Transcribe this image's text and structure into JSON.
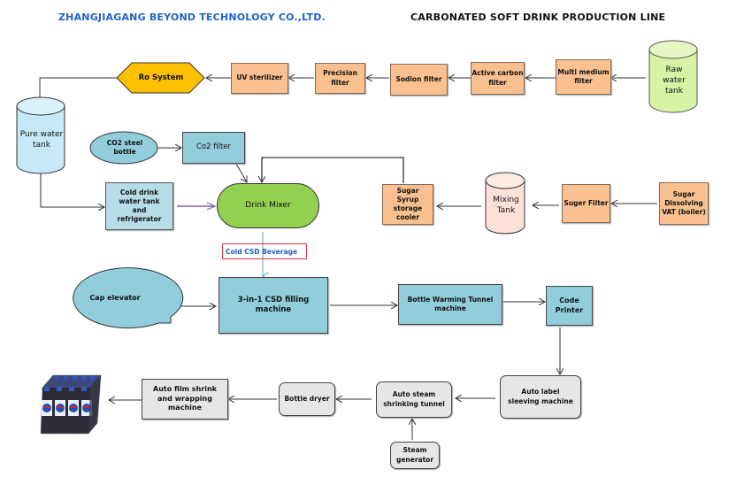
{
  "header": {
    "company": "ZHANGJIAGANG BEYOND TECHNOLOGY CO.,LTD.",
    "title": "CARBONATED SOFT DRINK PRODUCTION LINE",
    "company_color": "#1f62c9",
    "title_color": "#111111"
  },
  "colors": {
    "orange_fill": "#fac08f",
    "ro_fill": "#ffc000",
    "blue_fill": "#92cddc",
    "light_blue_fill": "#b7dde8",
    "green_fill": "#92d050",
    "grey_fill": "#e6e6e6",
    "raw_tank_fill": "#d7f2a5",
    "pure_tank_fill": "#c6e9f7",
    "mixing_tank_fill": "#fde0d8",
    "label_border": "#d9363e",
    "label_text": "#1f5fbf",
    "mixer_input_arrow": "#8064a2"
  },
  "nodes": {
    "raw_water_tank": "Raw water tank",
    "multi_medium_filter": "Multi medium filter",
    "active_carbon_filter": "Active carbon filter",
    "sodion_filter": "Sodion filter",
    "precision_filter": "Precision filter",
    "uv_sterilizer": "UV sterilizer",
    "ro_system": "Ro System",
    "pure_water_tank": "Pure water tank",
    "co2_steel_bottle": "CO2 steel bottle",
    "co2_filter": "Co2  filter",
    "cold_drink_water_tank": "Cold drink water tank and refrigerator",
    "drink_mixer": "Drink Mixer",
    "sugar_syrup_cooler": "Sugar Syrup storage cooler",
    "mixing_tank": "Mixing Tank",
    "suger_filter": "Suger Filter",
    "sugar_dissolving_vat": "Sugar Dissolving VAT (boiler)",
    "cold_csd_beverage": "Cold CSD Beverage",
    "cap_elevator": "Cap elevator",
    "filling_machine": "3-in-1 CSD filling machine",
    "bottle_warming_tunnel": "Bottle Warming   Tunnel machine",
    "code_printer": "Code Printer",
    "auto_label_sleeving": "Auto label sleeving machine",
    "auto_steam_shrinking_tunnel": "Auto steam shrinking tunnel",
    "steam_generator": "Steam generator",
    "bottle_dryer": "Bottle dryer",
    "auto_film_shrink": "Auto film shrink and wrapping machine",
    "final_product": "packed cola bottles"
  }
}
